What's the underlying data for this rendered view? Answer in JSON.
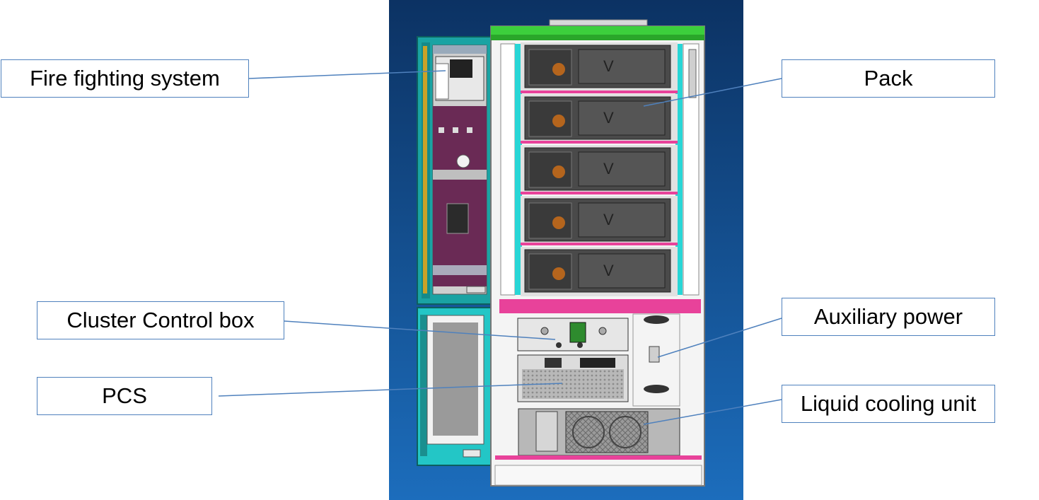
{
  "labels": {
    "fire_fighting": "Fire fighting system",
    "pack": "Pack",
    "cluster_control": "Cluster Control box",
    "auxiliary_power": "Auxiliary power",
    "pcs": "PCS",
    "liquid_cooling": "Liquid cooling unit"
  },
  "colors": {
    "background_gradient_top": "#0c3263",
    "background_gradient_bottom": "#1c6dbc",
    "cabinet_frame": "#e8e8e8",
    "door_teal": "#1aa3a3",
    "panel_purple": "#6a2a55",
    "top_strip_green": "#3ccf3c",
    "separator_magenta": "#e8429a",
    "pack_body": "#4a4a4a",
    "leader_line": "#4f81bd"
  },
  "pack_count": 5
}
